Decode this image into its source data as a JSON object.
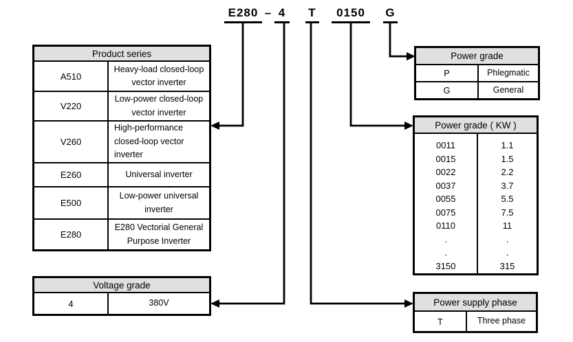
{
  "model_code": {
    "series": "E280",
    "dash": "–",
    "voltage": "4",
    "phase": "T",
    "power": "0150",
    "grade": "G"
  },
  "product_series": {
    "header": "Product series",
    "rows": [
      {
        "code": "A510",
        "desc": "Heavy-load closed-loop\nvector inverter"
      },
      {
        "code": "V220",
        "desc": "Low-power closed-loop\nvector inverter"
      },
      {
        "code": "V260",
        "desc": "High-performance\nclosed-loop vector\ninverter"
      },
      {
        "code": "E260",
        "desc": "Universal inverter"
      },
      {
        "code": "E500",
        "desc": "Low-power universal\ninverter"
      },
      {
        "code": "E280",
        "desc": "E280 Vectorial General\nPurpose Inverter"
      }
    ]
  },
  "voltage_grade": {
    "header": "Voltage grade",
    "rows": [
      {
        "code": "4",
        "desc": "380V"
      }
    ]
  },
  "power_grade": {
    "header": "Power grade",
    "rows": [
      {
        "code": "P",
        "desc": "Phlegmatic"
      },
      {
        "code": "G",
        "desc": "General"
      }
    ]
  },
  "power_grade_kw": {
    "header": "Power grade ( KW )",
    "codes": [
      "0011",
      "0015",
      "0022",
      "0037",
      "0055",
      "0075",
      "0110",
      ".",
      ".",
      "3150"
    ],
    "kw": [
      "1.1",
      "1.5",
      "2.2",
      "3.7",
      "5.5",
      "7.5",
      "11",
      ".",
      ".",
      "315"
    ]
  },
  "power_supply_phase": {
    "header": "Power supply phase",
    "rows": [
      {
        "code": "T",
        "desc": "Three phase"
      }
    ]
  }
}
